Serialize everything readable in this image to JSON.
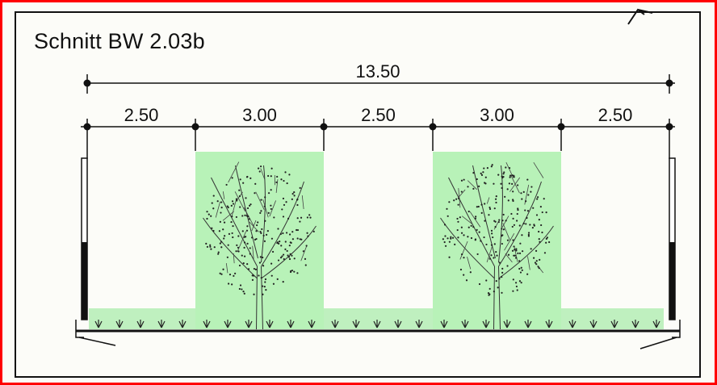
{
  "title": "Schnitt BW 2.03b",
  "colors": {
    "frame_outer": "#ff0000",
    "frame_inner": "#111111",
    "planting_green": "#b8f2b8",
    "ground_green": "#bff0bf",
    "line": "#111111"
  },
  "dimensions": {
    "total": "13.50",
    "segments": [
      "2.50",
      "3.00",
      "2.50",
      "3.00",
      "2.50"
    ]
  },
  "zones": [
    {
      "kind": "ground-cover",
      "icon": "grass-icon"
    },
    {
      "kind": "tree-bed",
      "icon": "tree-icon"
    },
    {
      "kind": "ground-cover",
      "icon": "grass-icon"
    },
    {
      "kind": "tree-bed",
      "icon": "tree-icon"
    },
    {
      "kind": "ground-cover",
      "icon": "grass-icon"
    }
  ]
}
